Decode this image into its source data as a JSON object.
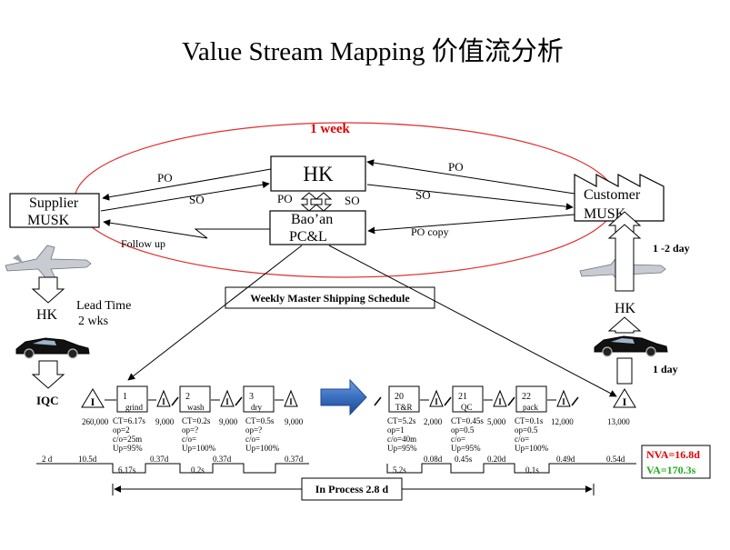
{
  "title": "Value Stream Mapping 价值流分析",
  "loop_label": "1 week",
  "nodes": {
    "hk_center": "HK",
    "supplier": [
      "Supplier",
      "MUSK"
    ],
    "customer": [
      "Customer",
      "MUSK"
    ],
    "baoan": [
      "Bao’an",
      "PC&L"
    ],
    "hk_left": "HK",
    "hk_right": "HK",
    "iqc": "IQC"
  },
  "flows": {
    "po_left": "PO",
    "so_left": "SO",
    "po_right": "PO",
    "so_right": "SO",
    "po_mid": "PO",
    "so_mid": "SO",
    "follow_up": "Follow up",
    "po_copy": "PO copy"
  },
  "lead_time": [
    "Lead Time",
    "2  wks"
  ],
  "customer_lead": "1 -2 day",
  "hk_lead": "1 day",
  "schedule": "Weekly Master Shipping Schedule",
  "inventory_symbol": "I",
  "processes": [
    {
      "id": "p1",
      "num": "1",
      "name": "grind",
      "details": [
        "CT=6.17s",
        "op=2",
        "c/o=25m",
        "Up=95%"
      ],
      "inv_before": "260,000"
    },
    {
      "id": "p2",
      "num": "2",
      "name": "wash",
      "details": [
        "CT=0.2s",
        "op=?",
        "c/o=",
        "Up=100%"
      ],
      "inv_before": "9,000"
    },
    {
      "id": "p3",
      "num": "3",
      "name": "dry",
      "details": [
        "CT=0.5s",
        "op=?",
        "c/o=",
        "Up=100%"
      ],
      "inv_before": "9,000"
    },
    {
      "id": "p20",
      "num": "20",
      "name": "T&R",
      "details": [
        "CT=5.2s",
        "op=1",
        "c/o=40m",
        "Up=95%"
      ],
      "inv_before": "9,000"
    },
    {
      "id": "p21",
      "num": "21",
      "name": "QC",
      "details": [
        "CT=0.45s",
        "op=0.5",
        "c/o=",
        "Up=95%"
      ],
      "inv_before": "2,000"
    },
    {
      "id": "p22",
      "num": "22",
      "name": "pack",
      "details": [
        "CT=0.1s",
        "op=0.5",
        "c/o=",
        "Up=100%"
      ],
      "inv_before": "5,000"
    }
  ],
  "inventory_counts": {
    "after_p22": "12,000",
    "final": "13,000"
  },
  "timeline_top": [
    "2 d",
    "10.5d",
    "0.37d",
    "0.37d",
    "0.37d",
    "0.08d",
    "0.20d",
    "0.49d",
    "0.54d"
  ],
  "timeline_bottom": [
    "6.17s",
    "0.2s",
    "5.2s",
    "0.45s",
    "0.1s"
  ],
  "nva": "NVA=16.8d",
  "va": "VA=170.3s",
  "in_process": "In Process 2.8 d",
  "colors": {
    "ellipse": "#e03030",
    "push_arrow": "#3a6fc0",
    "nva": "#e00000",
    "va": "#22aa22"
  }
}
